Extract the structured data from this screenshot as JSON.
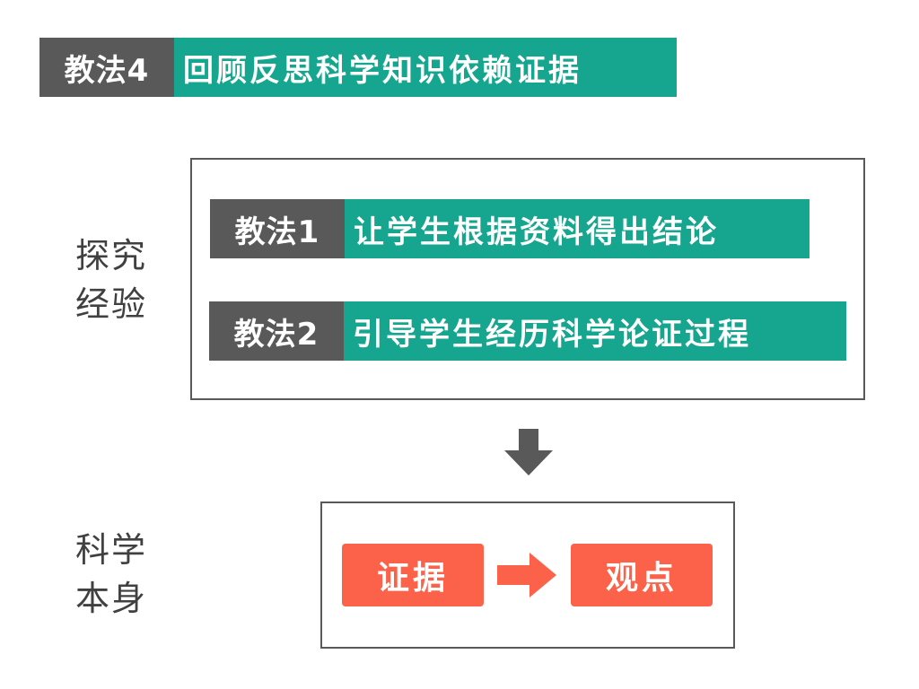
{
  "top_banner": {
    "tag": "教法4",
    "text": "回顾反思科学知识依赖证据"
  },
  "exploration": {
    "label_line1": "探究",
    "label_line2": "经验",
    "methods": [
      {
        "tag": "教法1",
        "text": "让学生根据资料得出结论"
      },
      {
        "tag": "教法2",
        "text": "引导学生经历科学论证过程"
      }
    ]
  },
  "science": {
    "label_line1": "科学",
    "label_line2": "本身",
    "evidence": "证据",
    "viewpoint": "观点"
  },
  "colors": {
    "tag_gray": "#595959",
    "teal": "#16a58e",
    "coral": "#fb6249",
    "frame": "#595959",
    "arrow_gray": "#595959"
  },
  "icons": {
    "flow_arrow": "down-arrow-icon",
    "evidence_to_viewpoint": "right-arrow-icon"
  }
}
